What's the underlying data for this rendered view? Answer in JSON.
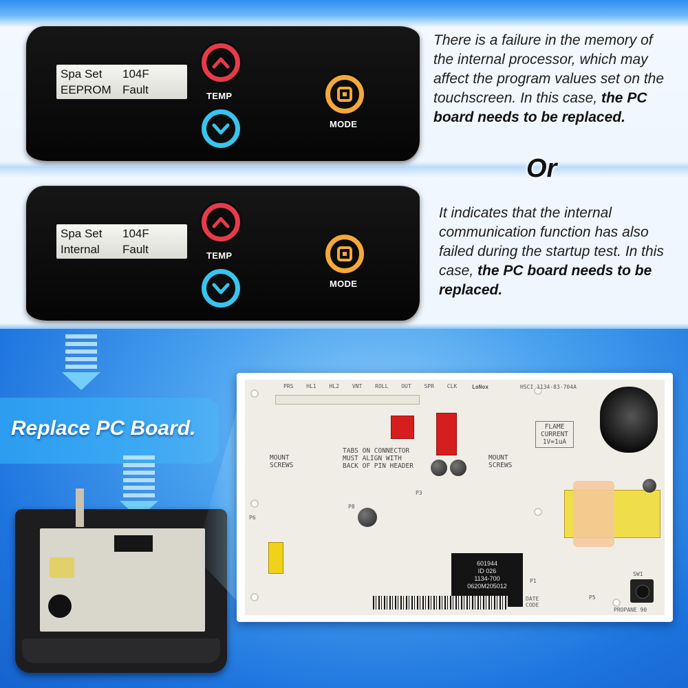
{
  "panel_1": {
    "lcd_line1_left": "Spa Set",
    "lcd_line1_right": "104F",
    "lcd_line2_left": "EEPROM",
    "lcd_line2_right": "Fault",
    "temp_label": "TEMP",
    "mode_label": "MODE"
  },
  "panel_2": {
    "lcd_line1_left": "Spa Set",
    "lcd_line1_right": "104F",
    "lcd_line2_left": "Internal",
    "lcd_line2_right": "Fault",
    "temp_label": "TEMP",
    "mode_label": "MODE"
  },
  "desc_1": {
    "plain": "There is a failure in the memory of the internal processor, which may affect the program values set on the touchscreen. In this case,",
    "bold": "the PC board needs to be replaced."
  },
  "separator": "Or",
  "desc_2": {
    "plain": "It indicates that the internal communication function has also failed during the startup test. In this case,",
    "bold": "the PC board needs to be replaced."
  },
  "banner": "Replace PC Board.",
  "pcb": {
    "header_labels": [
      "PRS",
      "HL1",
      "HL2",
      "VNT",
      "ROLL OUT",
      "SPR",
      "CLK"
    ],
    "part_code": "HSCI 1134-83-704A",
    "lonox": "LoNox",
    "mount_screws_left": "MOUNT SCREWS",
    "mount_screws_right": "MOUNT SCREWS",
    "tabs_note": "TABS ON CONNECTOR MUST ALIGN WITH BACK OF PIN HEADER",
    "flame_current": "FLAME CURRENT",
    "flame_scale": "1V=1uA",
    "chip_lines": [
      "601944",
      "ID 026",
      "1134-700",
      "0620M205012"
    ],
    "date_code": "DATE CODE",
    "propane": "PROPANE 90",
    "p_labels": [
      "P1",
      "P3",
      "P5",
      "P6",
      "P8",
      "SW1"
    ]
  },
  "colors": {
    "up_button": "#e93a47",
    "down_button": "#39c4ee",
    "mode_button": "#f3a93a",
    "banner_blue": "#2c9cf0"
  },
  "icons": {
    "up": "chevron-up-icon",
    "down": "chevron-down-icon",
    "mode": "square-icon"
  }
}
